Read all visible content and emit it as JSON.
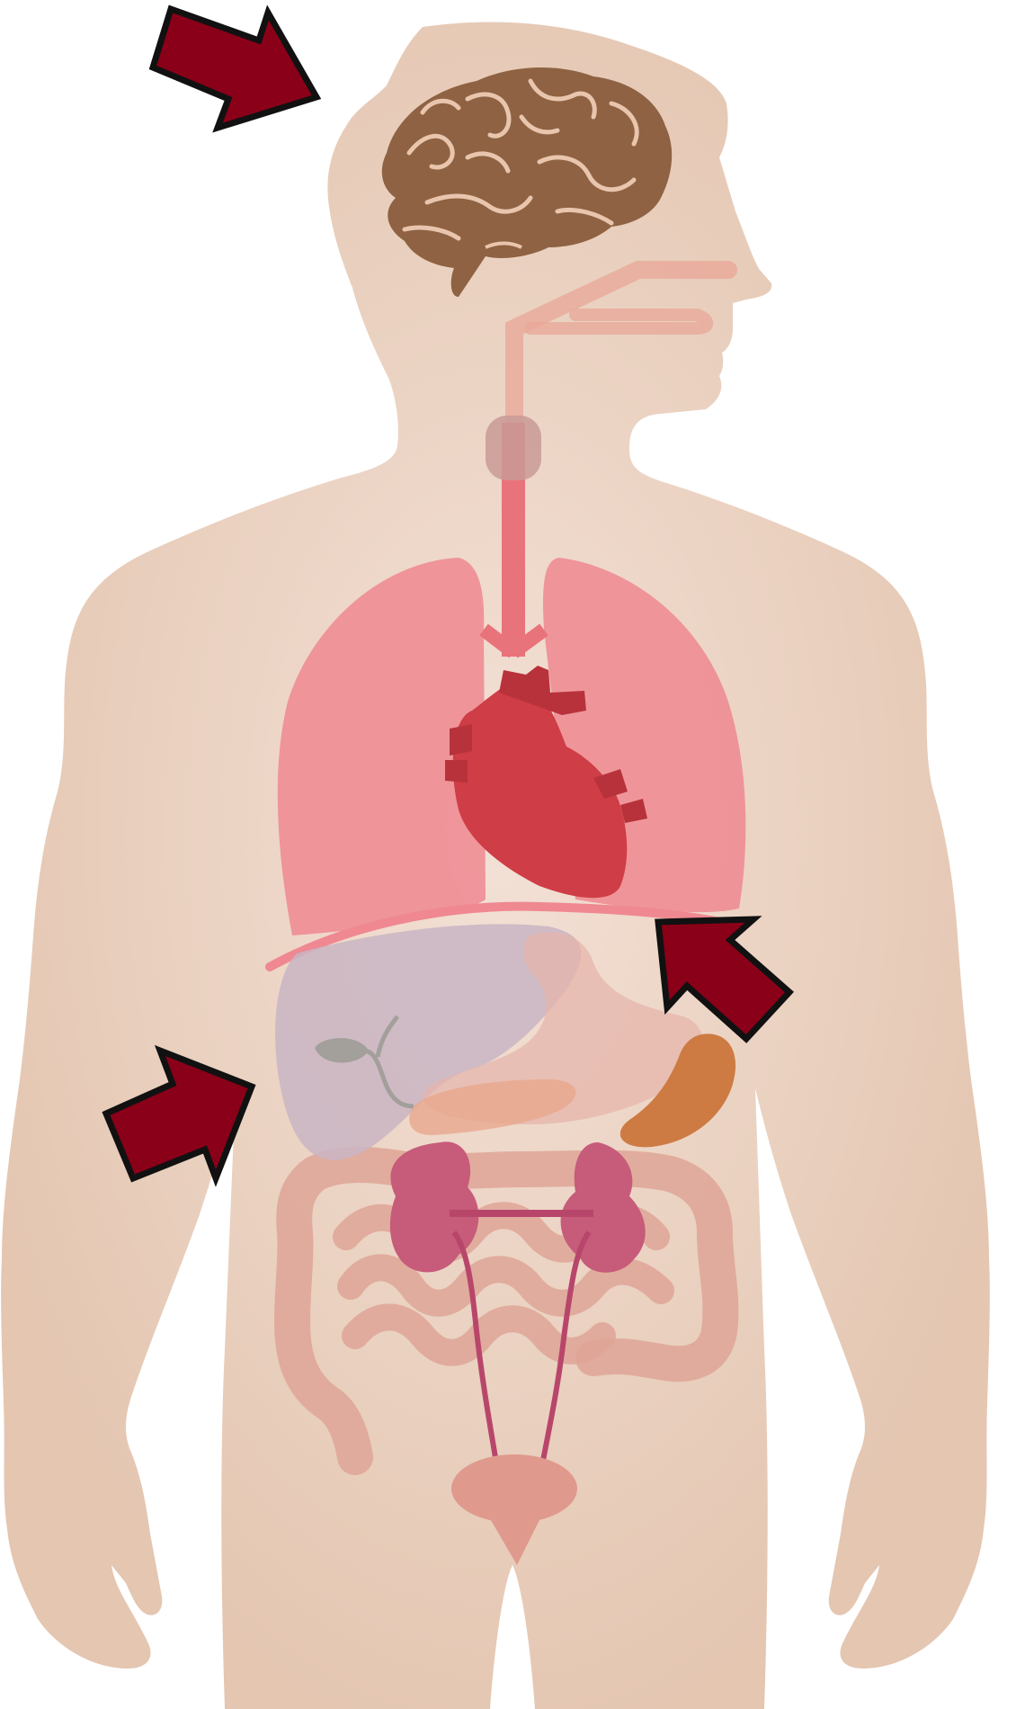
{
  "colors": {
    "background": "#ffffff",
    "skin": "#e4c6b1",
    "skin_light": "#f3e1d6",
    "brain": "#8e6242",
    "brain_lines": "#e9c5ad",
    "lungs": "#ef8891",
    "heart": "#cf3d46",
    "heart_dark": "#b8323b",
    "trachea": "#e9737a",
    "thyroid": "#c99a97",
    "liver": "#c9b5c3",
    "gallbladder": "#a39f9b",
    "stomach": "#e6b4a9",
    "pancreas": "#e7a88d",
    "spleen": "#cd7b43",
    "intestines": "#dea497",
    "kidneys": "#c75b7a",
    "ureters": "#b8466b",
    "bladder": "#df9a8d",
    "arrow_fill": "#8a0018",
    "arrow_outline": "#111111"
  },
  "organs": [
    "brain",
    "trachea",
    "thyroid",
    "lungs",
    "heart",
    "diaphragm",
    "liver",
    "gallbladder",
    "stomach",
    "pancreas",
    "spleen",
    "large-intestine",
    "small-intestine",
    "kidneys",
    "ureters",
    "bladder"
  ],
  "arrows": [
    {
      "id": "brain",
      "points_at": "brain"
    },
    {
      "id": "stomach",
      "points_at": "stomach"
    },
    {
      "id": "liver",
      "points_at": "liver"
    }
  ]
}
